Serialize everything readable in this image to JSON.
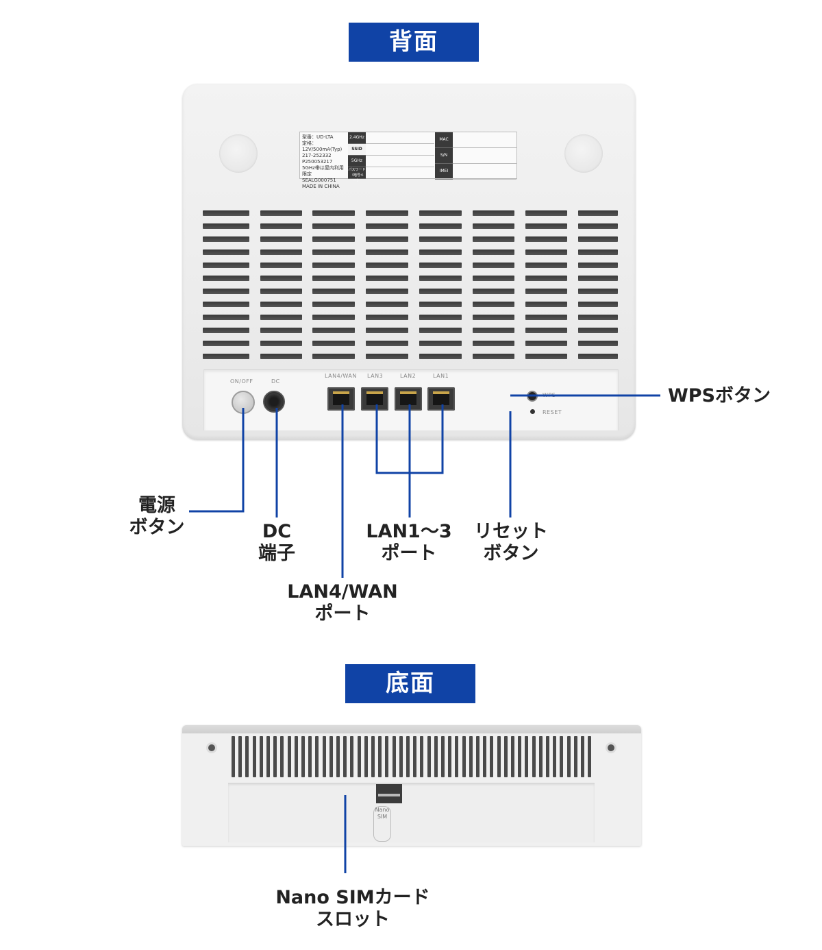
{
  "sections": {
    "back_title": "背面",
    "bottom_title": "底面"
  },
  "back_device": {
    "ports": {
      "on_off": "ON/OFF",
      "dc": "DC",
      "lan4_wan": "LAN4/WAN",
      "lan3": "LAN3",
      "lan2": "LAN2",
      "lan1": "LAN1",
      "wps": "WPS",
      "reset": "RESET"
    },
    "sticker": {
      "model": "型番：UD-LTA",
      "rating": "定格：12V/500mA(Typ)",
      "cert1": "217-252332",
      "cert2": "P250053217",
      "note": "5GHz帯は屋内利用限定",
      "seal": "SEALG000751",
      "made_in": "MADE IN CHINA",
      "band_24": "2.4GHz",
      "ssid": "SSID",
      "band_5": "5GHz",
      "password": "パスワード（暗号キー）",
      "mac": "MAC",
      "sn": "S/N",
      "imei": "IMEI"
    }
  },
  "bottom_device": {
    "sim_label": "Nano SIM"
  },
  "callouts": {
    "power": [
      "電源",
      "ボタン"
    ],
    "dc": [
      "DC",
      "端子"
    ],
    "lan4": [
      "LAN4/WAN",
      "ポート"
    ],
    "lan13": [
      "LAN1〜3",
      "ポート"
    ],
    "reset": [
      "リセット",
      "ボタン"
    ],
    "wps": "WPSボタン",
    "sim": [
      "Nano SIMカード",
      "スロット"
    ]
  },
  "colors": {
    "accent": "#1043a6",
    "line": "#1043a6"
  }
}
